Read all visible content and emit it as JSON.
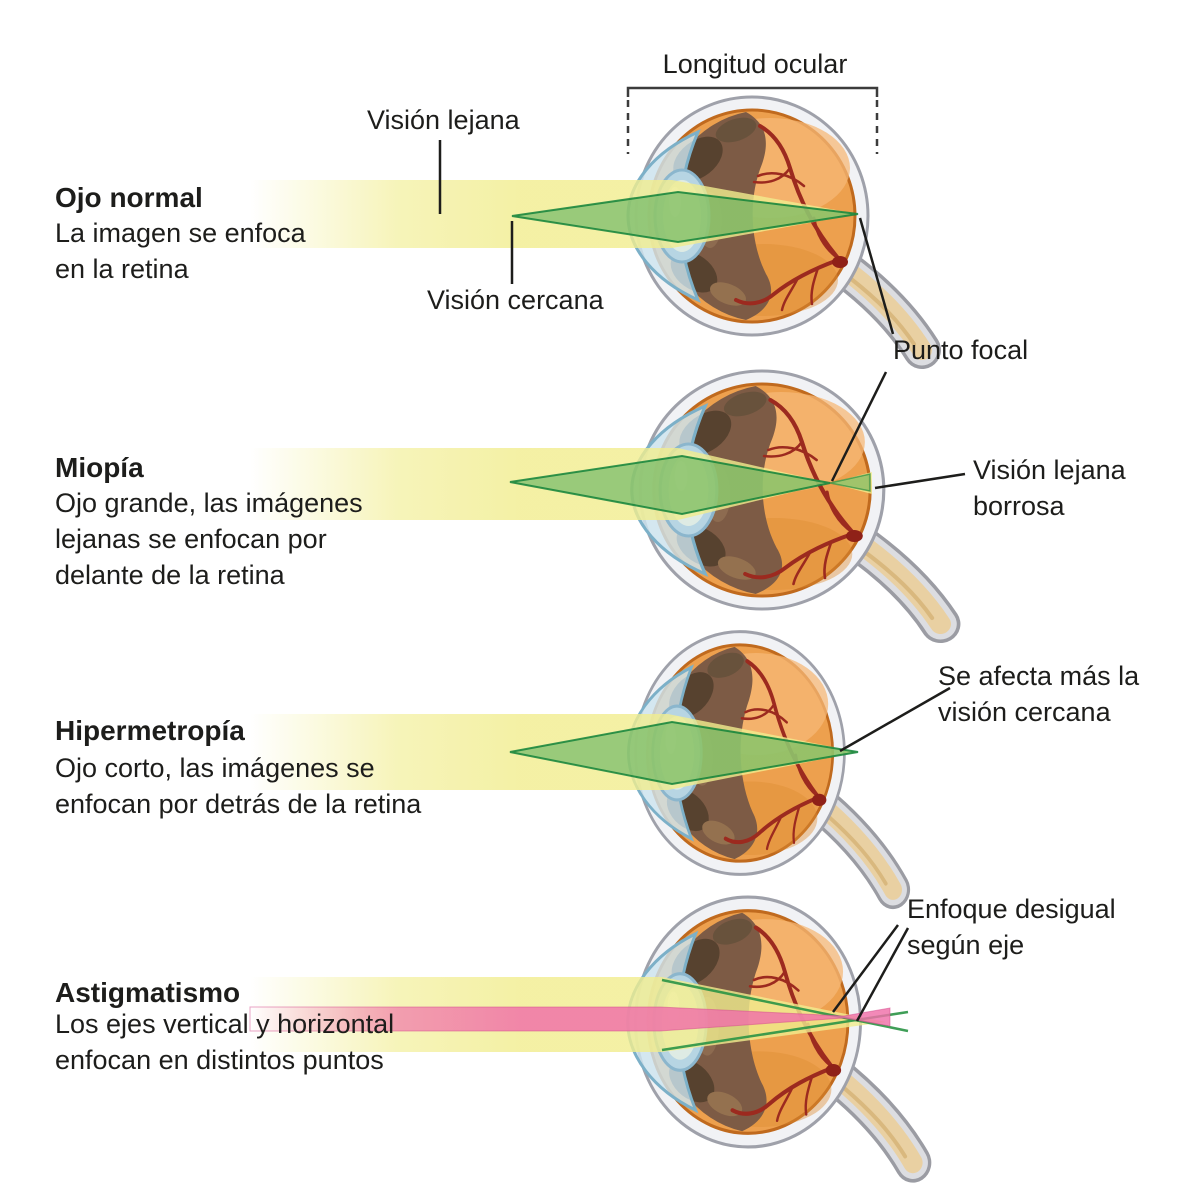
{
  "figure": {
    "language": "es",
    "topic": "Refractive errors of the eye",
    "bracket_label": "Longitud ocular"
  },
  "sections": [
    {
      "id": "ojo-normal",
      "title": "Ojo normal",
      "desc": [
        "La imagen se enfoca",
        "en la retina"
      ],
      "focus": "en la retina"
    },
    {
      "id": "miopia",
      "title": "Miopía",
      "desc": [
        "Ojo grande, las imágenes",
        "lejanas se enfocan por",
        "delante de la retina"
      ],
      "focus": "delante de la retina"
    },
    {
      "id": "hipermetropia",
      "title": "Hipermetropía",
      "desc": [
        "Ojo corto, las imágenes se",
        "enfocan por detrás de la retina"
      ],
      "focus": "detrás de la retina"
    },
    {
      "id": "astigmatismo",
      "title": "Astigmatismo",
      "desc": [
        "Los ejes vertical y horizontal",
        "enfocan en distintos puntos"
      ],
      "focus": "distintos puntos"
    }
  ],
  "annotations": {
    "vision_lejana": "Visión lejana",
    "vision_cercana": "Visión cercana",
    "punto_focal": "Punto focal",
    "vision_lejana_borrosa": [
      "Visión lejana",
      "borrosa"
    ],
    "se_afecta": [
      "Se afecta más la",
      "visión cercana"
    ],
    "enfoque_desigual": [
      "Enfoque desigual",
      "según eje"
    ]
  },
  "colors": {
    "text": "#1d1d1b",
    "leader_line": "#1d1d1b",
    "beam_yellow": "#f1ed8e",
    "beam_green": "#3da34f",
    "beam_green_edge": "#128339",
    "beam_pink": "#f06fa9",
    "sclera": "#f1f2f5",
    "sclera_edge": "#9fa1aa",
    "fundus_orange": "#eda04e",
    "fundus_rim": "#c06a1e",
    "uvea_brown": "#7d5b45",
    "vessel_red": "#9c2a1f",
    "cornea_blue": "#cde4ef",
    "lens_blue": "#b7d5e3",
    "optic_nerve": "#e9d0a2"
  }
}
